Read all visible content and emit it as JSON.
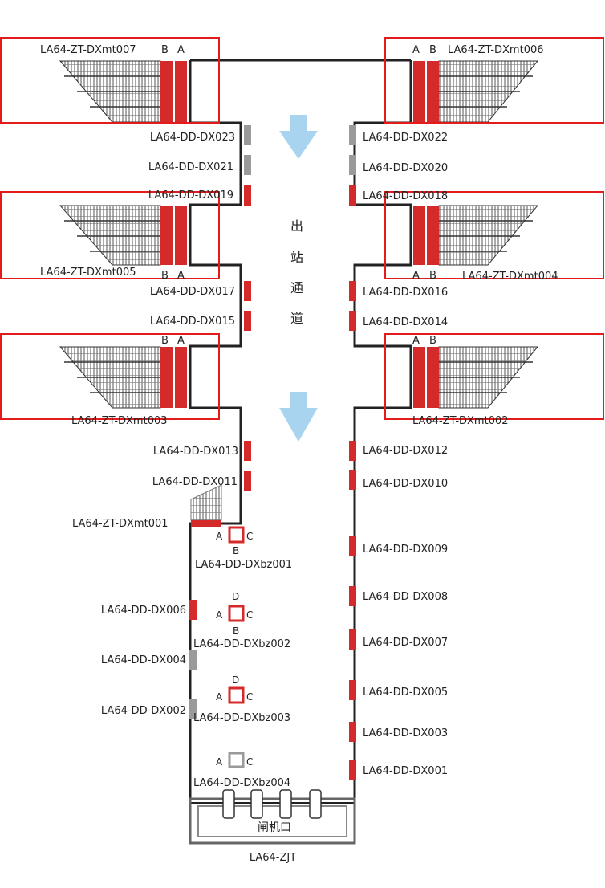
{
  "colors": {
    "wall": "#222222",
    "active": "#d42a2a",
    "inactive": "#9a9a9a",
    "highlight": "#e41b1b",
    "arrow": "#a9d4ef",
    "hatch": "#555555"
  },
  "passage_text": [
    "出",
    "站",
    "通",
    "道"
  ],
  "gate_label": "闸机口",
  "zjt_label": "LA64-ZJT",
  "escalators": [
    {
      "id": "LA64-ZT-DXmt007",
      "label": "LA64-ZT-DXmt007",
      "side": "left",
      "ab": [
        "B",
        "A"
      ]
    },
    {
      "id": "LA64-ZT-DXmt006",
      "label": "LA64-ZT-DXmt006",
      "side": "right",
      "ab": [
        "A",
        "B"
      ]
    },
    {
      "id": "LA64-ZT-DXmt005",
      "label": "LA64-ZT-DXmt005",
      "side": "left",
      "ab": [
        "B",
        "A"
      ]
    },
    {
      "id": "LA64-ZT-DXmt004",
      "label": "LA64-ZT-DXmt004",
      "side": "right",
      "ab": [
        "A",
        "B"
      ]
    },
    {
      "id": "LA64-ZT-DXmt003",
      "label": "LA64-ZT-DXmt003",
      "side": "left",
      "ab": [
        "B",
        "A"
      ]
    },
    {
      "id": "LA64-ZT-DXmt002",
      "label": "LA64-ZT-DXmt002",
      "side": "right",
      "ab": [
        "A",
        "B"
      ]
    }
  ],
  "escalator_001": {
    "label": "LA64-ZT-DXmt001"
  },
  "devices_left": [
    {
      "label": "LA64-DD-DX023",
      "status": "inactive"
    },
    {
      "label": "LA64-DD-DX021",
      "status": "inactive"
    },
    {
      "label": "LA64-DD-DX019",
      "status": "active"
    },
    {
      "label": "LA64-DD-DX017",
      "status": "active"
    },
    {
      "label": "LA64-DD-DX015",
      "status": "active"
    },
    {
      "label": "LA64-DD-DX013",
      "status": "active"
    },
    {
      "label": "LA64-DD-DX011",
      "status": "active"
    },
    {
      "label": "LA64-DD-DX006",
      "status": "active"
    },
    {
      "label": "LA64-DD-DX004",
      "status": "inactive"
    },
    {
      "label": "LA64-DD-DX002",
      "status": "inactive"
    }
  ],
  "devices_right": [
    {
      "label": "LA64-DD-DX022",
      "status": "inactive"
    },
    {
      "label": "LA64-DD-DX020",
      "status": "inactive"
    },
    {
      "label": "LA64-DD-DX018",
      "status": "active"
    },
    {
      "label": "LA64-DD-DX016",
      "status": "active"
    },
    {
      "label": "LA64-DD-DX014",
      "status": "active"
    },
    {
      "label": "LA64-DD-DX012",
      "status": "active"
    },
    {
      "label": "LA64-DD-DX010",
      "status": "active"
    },
    {
      "label": "LA64-DD-DX009",
      "status": "active"
    },
    {
      "label": "LA64-DD-DX008",
      "status": "active"
    },
    {
      "label": "LA64-DD-DX007",
      "status": "active"
    },
    {
      "label": "LA64-DD-DX005",
      "status": "active"
    },
    {
      "label": "LA64-DD-DX003",
      "status": "active"
    },
    {
      "label": "LA64-DD-DX001",
      "status": "active"
    }
  ],
  "columns": [
    {
      "label": "LA64-DD-DXbz001",
      "letters": {
        "a": "A",
        "c": "C",
        "b": "B"
      },
      "status": "active"
    },
    {
      "label": "LA64-DD-DXbz002",
      "letters": {
        "d": "D",
        "a": "A",
        "c": "C",
        "b": "B"
      },
      "status": "active"
    },
    {
      "label": "LA64-DD-DXbz003",
      "letters": {
        "d": "D",
        "a": "A",
        "c": "C"
      },
      "status": "active"
    },
    {
      "label": "LA64-DD-DXbz004",
      "letters": {
        "a": "A",
        "c": "C"
      },
      "status": "inactive"
    }
  ]
}
